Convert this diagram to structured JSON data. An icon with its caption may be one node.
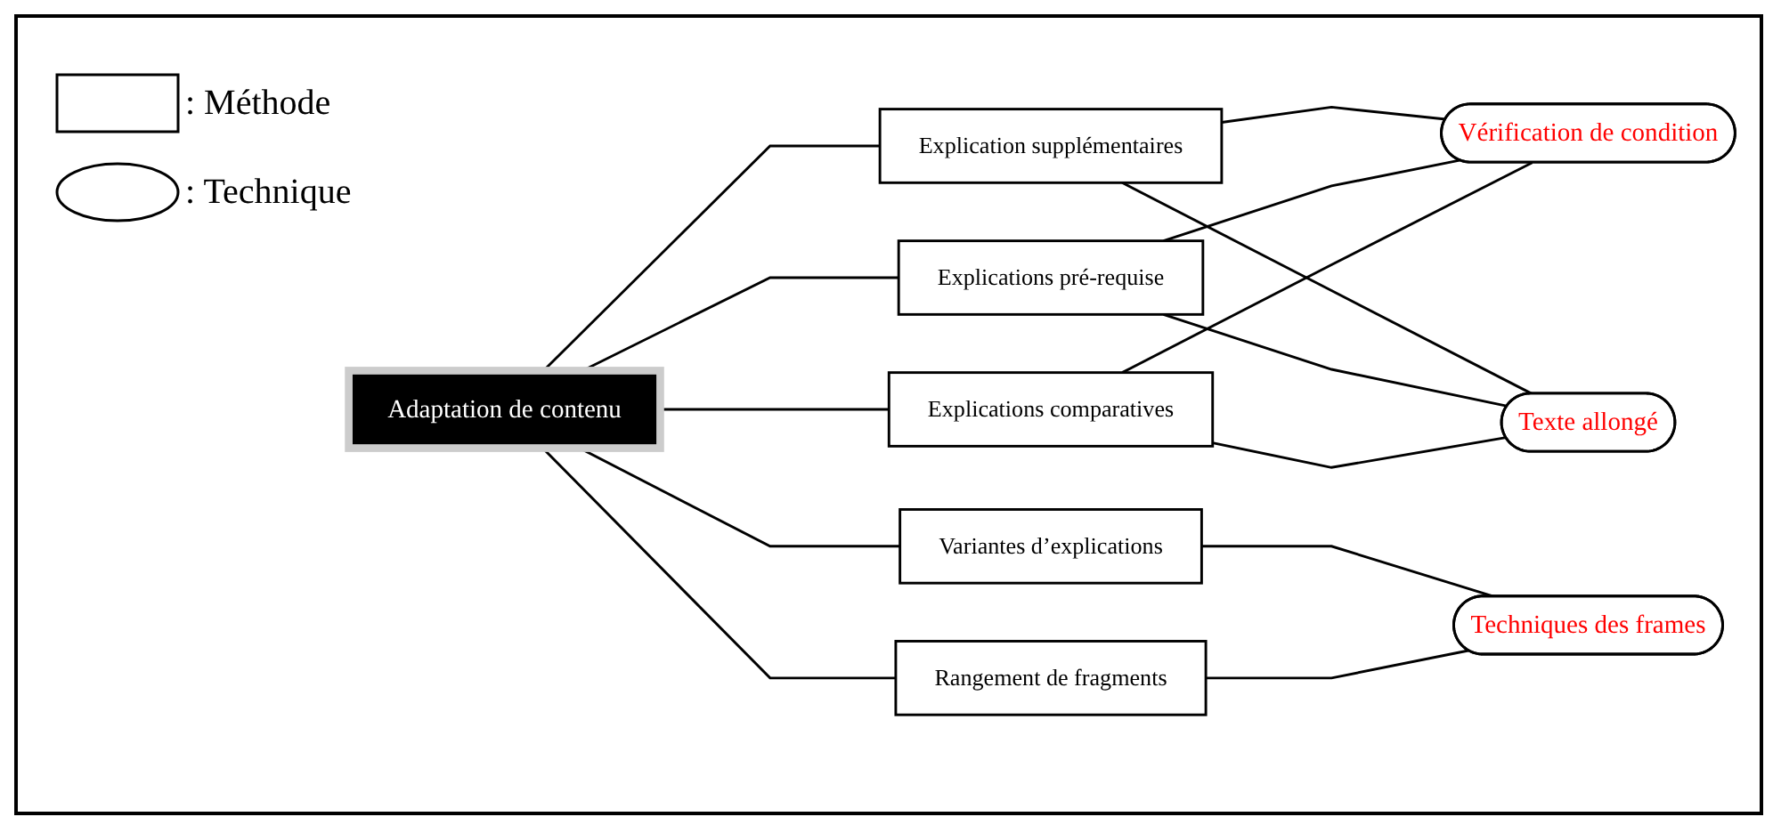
{
  "diagram": {
    "nodes": [
      {
        "text": [
          "Adaptation de contenu"
        ]
      },
      {
        "text": [
          "Explication supplémentaires"
        ]
      },
      {
        "text": [
          "Explications pré-requise"
        ]
      },
      {
        "text": [
          "Explications comparatives"
        ]
      },
      {
        "text": [
          "Variantes d’explications"
        ]
      },
      {
        "text": [
          "Rangement de fragments"
        ]
      },
      {
        "text": [
          "Vérification de condition"
        ]
      },
      {
        "text": [
          "Texte allongé"
        ]
      },
      {
        "text": [
          "Techniques des frames"
        ]
      }
    ],
    "edges": [
      {
        "from": 0,
        "to": 1,
        "arrow": "none"
      },
      {
        "from": 0,
        "to": 2,
        "arrow": "none"
      },
      {
        "from": 0,
        "to": 3,
        "arrow": "none"
      },
      {
        "from": 0,
        "to": 4,
        "arrow": "none"
      },
      {
        "from": 0,
        "to": 5,
        "arrow": "none"
      },
      {
        "from": 1,
        "to": 6,
        "arrow": "none"
      },
      {
        "from": 1,
        "to": 7,
        "arrow": "none"
      },
      {
        "from": 2,
        "to": 6,
        "arrow": "none"
      },
      {
        "from": 2,
        "to": 7,
        "arrow": "none"
      },
      {
        "from": 3,
        "to": 6,
        "arrow": "none"
      },
      {
        "from": 3,
        "to": 7,
        "arrow": "none"
      },
      {
        "from": 4,
        "to": 8,
        "arrow": "none"
      },
      {
        "from": 5,
        "to": 8,
        "arrow": "none"
      }
    ],
    "legend": [
      {
        "text": ": Méthode"
      },
      {
        "text": ": Technique"
      }
    ]
  }
}
